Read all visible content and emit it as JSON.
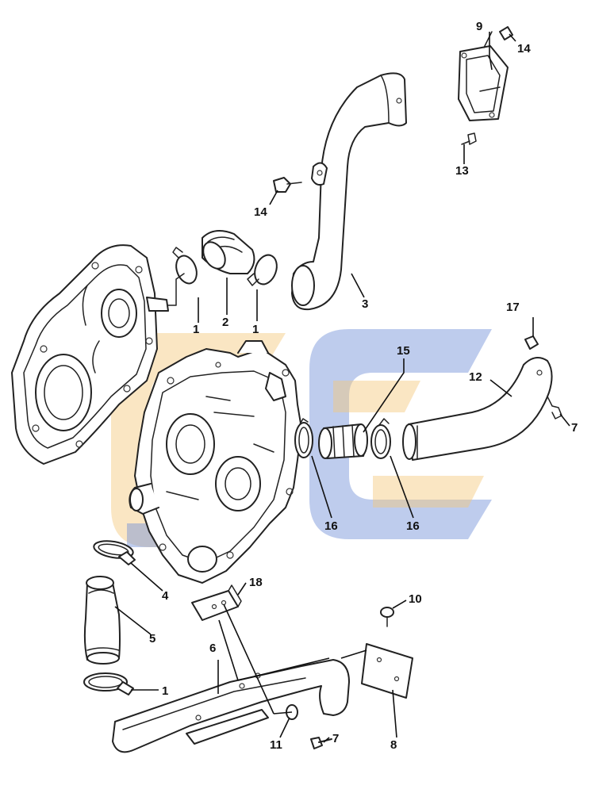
{
  "callouts": {
    "c1a": "1",
    "c1b": "1",
    "c1c": "1",
    "c2": "2",
    "c3": "3",
    "c4": "4",
    "c5": "5",
    "c6": "6",
    "c7a": "7",
    "c7b": "7",
    "c8": "8",
    "c9": "9",
    "c10": "10",
    "c11": "11",
    "c12": "12",
    "c13": "13",
    "c14a": "14",
    "c14b": "14",
    "c15": "15",
    "c16a": "16",
    "c16b": "16",
    "c17": "17",
    "c18": "18"
  },
  "colors": {
    "watermark_blue": "#6f8fd6",
    "watermark_gold": "#f3c77a",
    "line": "#222222"
  }
}
